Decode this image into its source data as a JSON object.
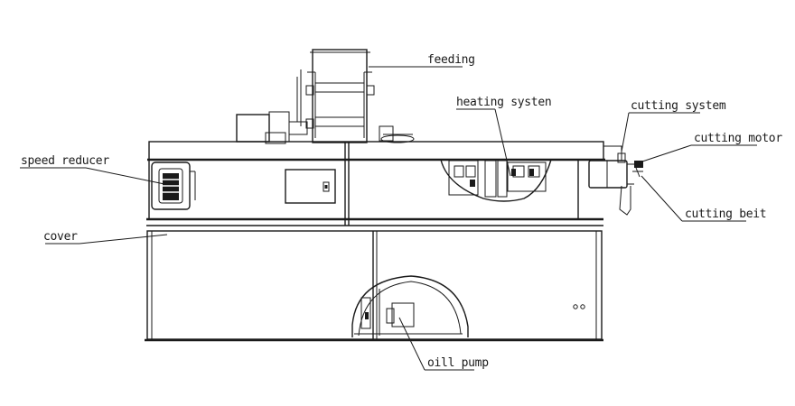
{
  "labels": {
    "feeding": "feeding",
    "heating_system": "heating systen",
    "cutting_system": "cutting system",
    "cutting_motor": "cutting motor",
    "speed_reducer": "speed reducer",
    "cover": "cover",
    "cutting_belt": "cutting beit",
    "oil_pump": "oill pump"
  },
  "colors": {
    "line": "#1a1a1a",
    "background": "#ffffff"
  }
}
